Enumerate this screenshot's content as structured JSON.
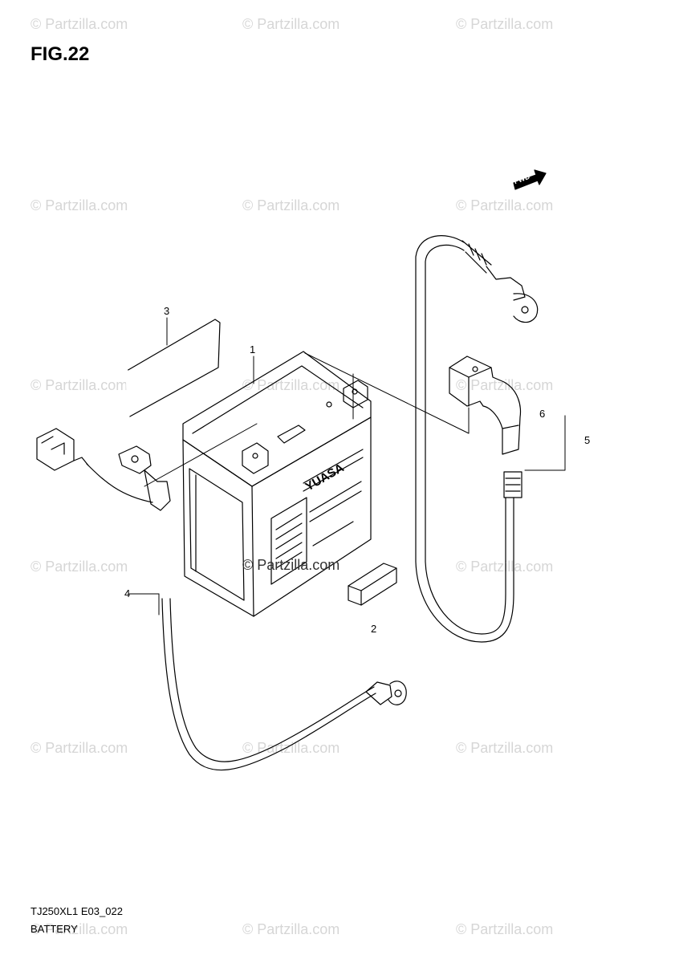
{
  "figure": {
    "title": "FIG.22",
    "footer_code": "TJ250XL1 E03_022",
    "footer_name": "BATTERY"
  },
  "watermark": {
    "text": "© Partzilla.com"
  },
  "battery": {
    "brand": "YUASA"
  },
  "direction_badge": {
    "label": "FWD"
  },
  "callouts": [
    {
      "id": "callout-1",
      "number": "1"
    },
    {
      "id": "callout-2",
      "number": "2"
    },
    {
      "id": "callout-3",
      "number": "3"
    },
    {
      "id": "callout-4",
      "number": "4"
    },
    {
      "id": "callout-5",
      "number": "5"
    },
    {
      "id": "callout-6",
      "number": "6"
    }
  ]
}
